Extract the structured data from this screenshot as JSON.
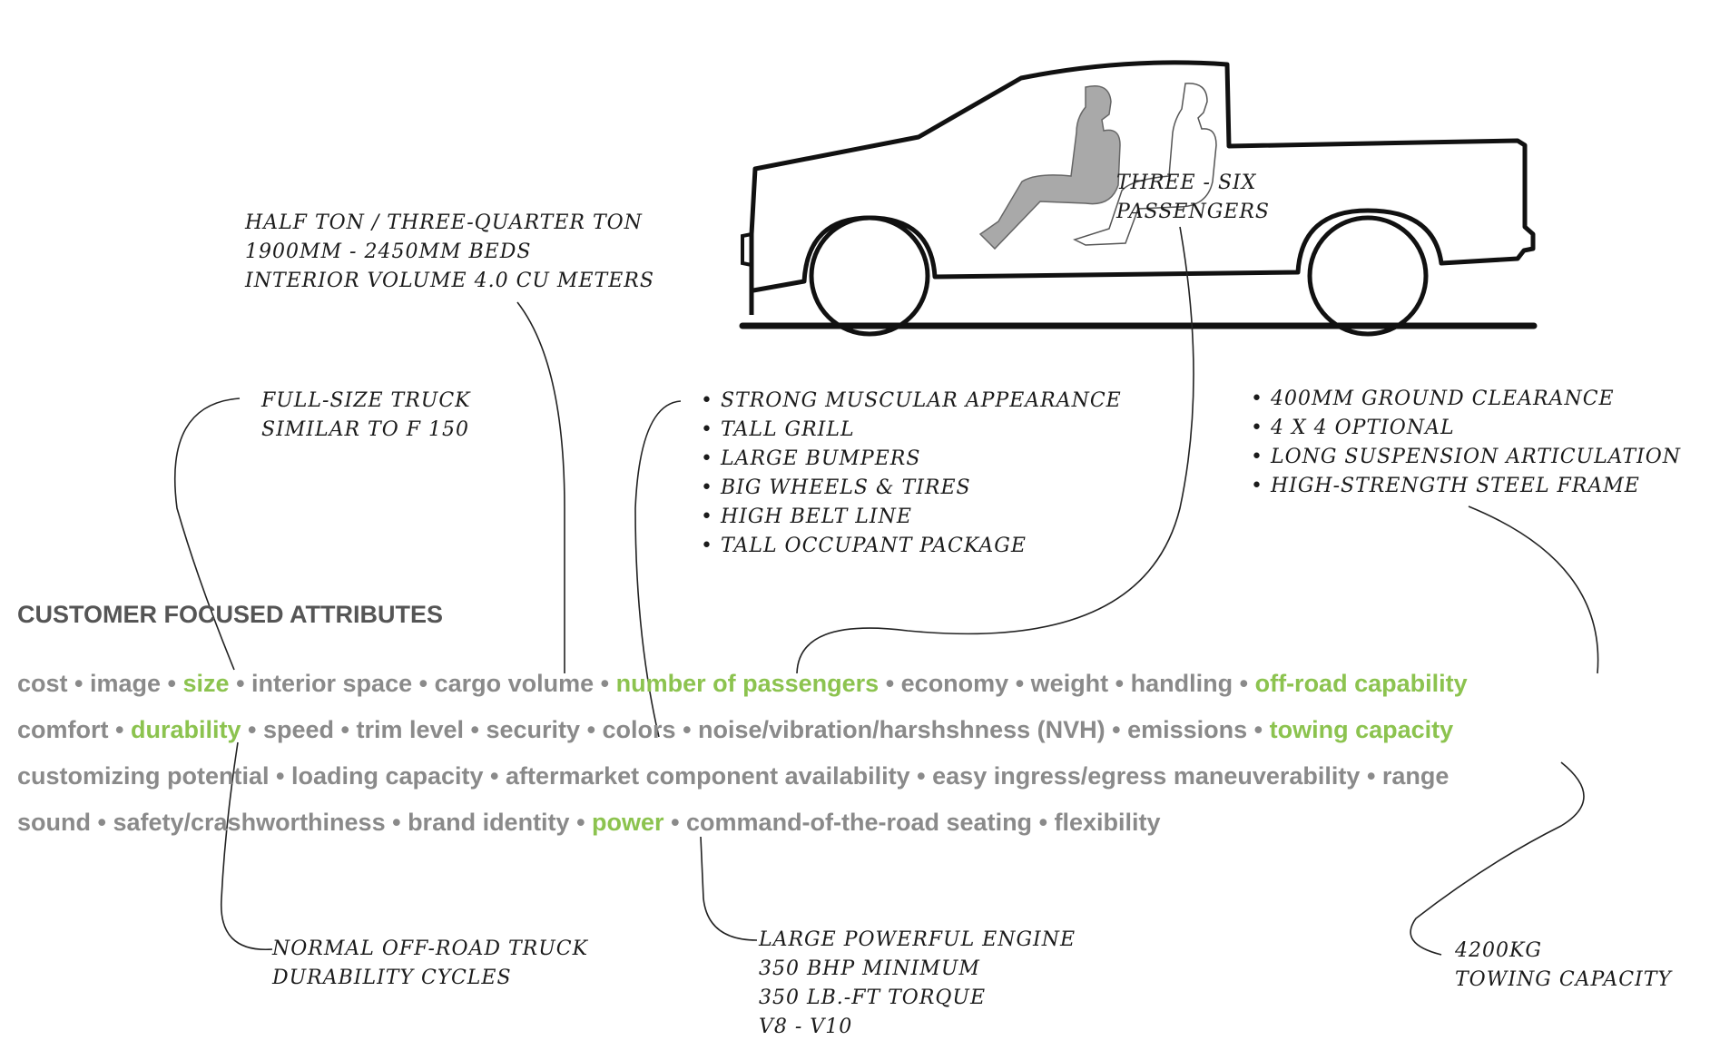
{
  "annotations": {
    "passengers": [
      "THREE - SIX",
      "PASSENGERS"
    ],
    "size_class": [
      "HALF TON / THREE-QUARTER TON",
      "1900MM - 2450MM BEDS",
      "INTERIOR VOLUME 4.0 CU METERS"
    ],
    "full_size": [
      "FULL-SIZE TRUCK",
      "SIMILAR TO F 150"
    ],
    "appearance": [
      "• STRONG MUSCULAR APPEARANCE",
      "• TALL GRILL",
      "• LARGE BUMPERS",
      "• BIG WHEELS & TIRES",
      "• HIGH BELT LINE",
      "• TALL OCCUPANT PACKAGE"
    ],
    "offroad": [
      "• 400MM GROUND CLEARANCE",
      "• 4 X 4 OPTIONAL",
      "• LONG SUSPENSION ARTICULATION",
      "• HIGH-STRENGTH STEEL FRAME"
    ],
    "durability": [
      "NORMAL OFF-ROAD TRUCK",
      "DURABILITY CYCLES"
    ],
    "power": [
      "LARGE POWERFUL ENGINE",
      "350 BHP MINIMUM",
      "350 LB.-FT TORQUE",
      "V8 - V10"
    ],
    "towing": [
      "4200KG",
      "TOWING CAPACITY"
    ]
  },
  "heading": "CUSTOMER FOCUSED ATTRIBUTES",
  "attributes": {
    "line1": [
      "cost",
      "image",
      "size",
      "interior space",
      "cargo volume",
      "number of passengers",
      "economy",
      "weight",
      "handling",
      "off-road capability"
    ],
    "line2": [
      "comfort",
      "durability",
      "speed",
      "trim level",
      "security",
      "colors",
      "noise/vibration/harshshness (NVH)",
      "emissions",
      "towing capacity"
    ],
    "line3": [
      "customizing potential",
      "loading capacity",
      "aftermarket component availability",
      "easy ingress/egress",
      "maneuverability",
      "range"
    ],
    "line4": [
      "sound",
      "safety/crashworthiness",
      "brand identity",
      "power",
      "command-of-the-road seating",
      "flexibility"
    ]
  },
  "colors": {
    "highlight": "#8cc34f",
    "attribute_text": "#8a8a8a",
    "heading_text": "#555555",
    "annotation_ink": "#1b1b1b"
  }
}
